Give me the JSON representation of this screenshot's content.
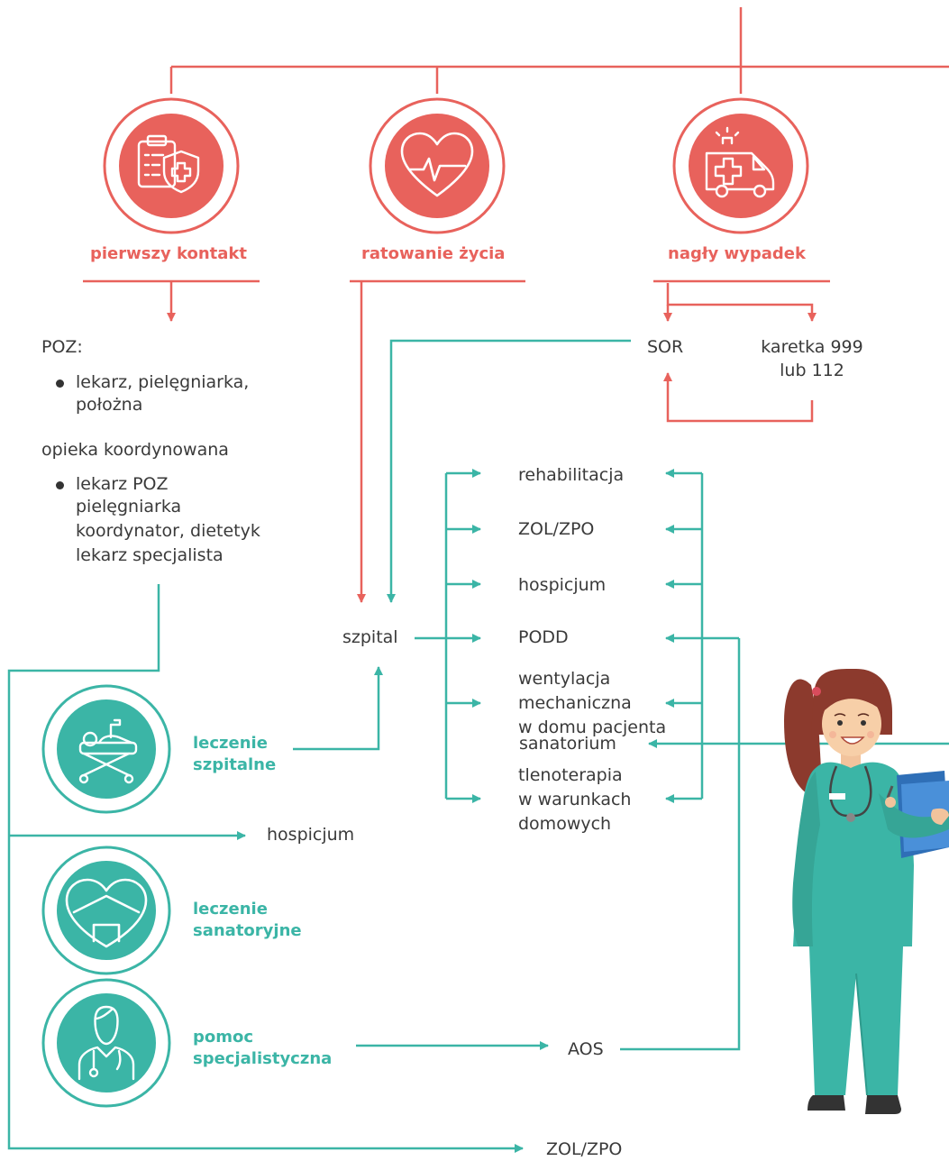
{
  "colors": {
    "red": "#e8625c",
    "teal": "#3bb5a6",
    "text": "#3a3a3a"
  },
  "top_categories": [
    {
      "label": "pierwszy kontakt",
      "icon": "clipboard-shield-icon"
    },
    {
      "label": "ratowanie życia",
      "icon": "heart-pulse-icon"
    },
    {
      "label": "nagły wypadek",
      "icon": "ambulance-icon"
    }
  ],
  "primary_care": {
    "title": "POZ:",
    "bullet": [
      "lekarz, pielęgniarka,",
      "położna"
    ],
    "coordinated_title": "opieka koordynowana",
    "coordinated_bullet": [
      "lekarz POZ",
      "pielęgniarka",
      "koordynator, dietetyk",
      "lekarz specjalista"
    ]
  },
  "emergency": {
    "sor": "SOR",
    "ambulance": [
      "karetka 999",
      "lub 112"
    ]
  },
  "hospital": "szpital",
  "services": [
    {
      "lines": [
        "rehabilitacja"
      ]
    },
    {
      "lines": [
        "ZOL/ZPO"
      ]
    },
    {
      "lines": [
        "hospicjum"
      ]
    },
    {
      "lines": [
        "PODD"
      ]
    },
    {
      "lines": [
        "wentylacja",
        "mechaniczna",
        "w domu pacjenta"
      ]
    },
    {
      "lines": [
        "tlenoterapia",
        "w warunkach",
        "domowych"
      ]
    }
  ],
  "left_categories": [
    {
      "lines": [
        "leczenie",
        "szpitalne"
      ],
      "icon": "hospital-bed-icon"
    },
    {
      "lines": [
        "leczenie",
        "sanatoryjne"
      ],
      "icon": "heart-house-icon"
    },
    {
      "lines": [
        "pomoc",
        "specjalistyczna"
      ],
      "icon": "doctor-icon"
    }
  ],
  "other_targets": {
    "hospicjum": "hospicjum",
    "sanatorium": "sanatorium",
    "aos": "AOS",
    "zol_zpo": "ZOL/ZPO"
  },
  "illustration": "nurse-with-clipboard"
}
